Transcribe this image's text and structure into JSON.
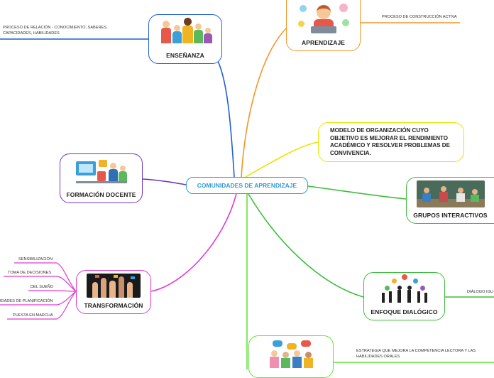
{
  "center": {
    "title": "COMUNIDADES DE APRENDIZAJE"
  },
  "branches": {
    "ensenanza": {
      "label": "ENSEÑANZA",
      "note": "PROCESO DE RELACIÓN - CONOCIMIENTO, SABERES, CAPACIDADES, HABILIDADES",
      "note_line1": "PROCESO DE RELACIÓN - CONOCIMIENTO, SABERES,",
      "note_line2": "CAPACIDADES, HABILIDADES",
      "color": "#1f5fd6"
    },
    "aprendizaje": {
      "label": "APRENDIZAJE",
      "note": "PROCESO DE CONSTRUCCIÓN ACTIVA",
      "color": "#f2962a"
    },
    "modelo": {
      "line1": "MODELO DE ORGANIZACIÓN CUYO",
      "line2": "OBJETIVO ES MEJORAR EL RENDIMIENTO",
      "line3": "ACADÉMICO Y RESOLVER PROBLEMAS DE",
      "line4": "CONVIVENCIA.",
      "color": "#e6e600"
    },
    "formacion": {
      "label": "FORMACIÓN DOCENTE",
      "color": "#6a35c9"
    },
    "grupos": {
      "label": "GRUPOS INTERACTIVOS",
      "color": "#3dbd3d"
    },
    "transformacion": {
      "label": "TRANSFORMACIÓN",
      "color": "#e03bd1",
      "items": [
        "SENSIBILIZACIÓN",
        "TOMA DE DECISIONES",
        "DEL SUEÑO",
        "IDADES DE PLANIFICACIÓN",
        "PUESTA EN MARCHA"
      ]
    },
    "enfoque": {
      "label": "ENFOQUE DIALÓGICO",
      "note": "DIÁLOGO IGU",
      "color": "#3dbd3d"
    },
    "lectura": {
      "note_line1": "ESTRATEGIA QUE MEJORA LA COMPETENCIA LECTORA Y LAS",
      "note_line2": "HABILIDADES ORALES",
      "color": "#66e03c"
    }
  },
  "icons": [
    "family-people-icon",
    "child-laptop-icon",
    "office-workers-icon",
    "classroom-photo-icon",
    "raised-hands-icon",
    "people-network-icon",
    "speech-bubbles-group-icon"
  ]
}
